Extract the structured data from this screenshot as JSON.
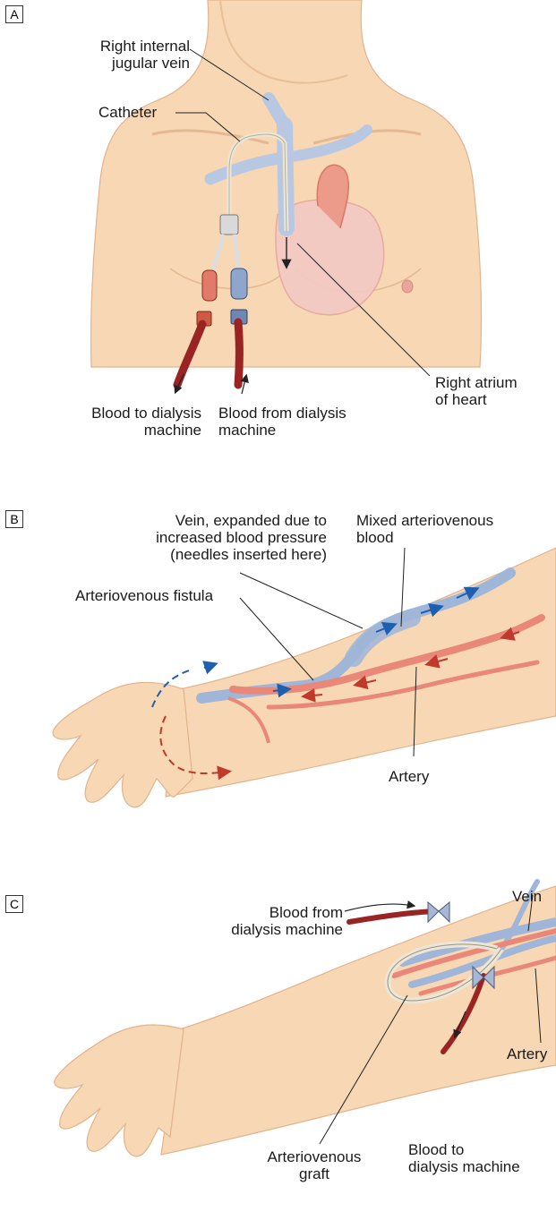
{
  "panels": {
    "a": {
      "letter": "A",
      "right_internal_jugular_vein": "Right internal\njugular vein",
      "catheter": "Catheter",
      "right_atrium": "Right atrium\nof heart",
      "blood_to_machine": "Blood to dialysis\nmachine",
      "blood_from_machine": "Blood from dialysis\nmachine"
    },
    "b": {
      "letter": "B",
      "vein_expanded": "Vein, expanded due to\nincreased blood pressure\n(needles inserted here)",
      "mixed_blood": "Mixed arteriovenous\nblood",
      "fistula": "Arteriovenous fistula",
      "artery": "Artery"
    },
    "c": {
      "letter": "C",
      "vein": "Vein",
      "blood_from_machine": "Blood from\ndialysis machine",
      "artery": "Artery",
      "graft": "Arteriovenous\ngraft",
      "blood_to_machine": "Blood to\ndialysis machine"
    }
  },
  "colors": {
    "skin": "#f7d7b4",
    "skin_shadow": "#e9bf98",
    "vein": "#9fb6d8",
    "artery": "#e98878",
    "tube": "#a52a2a",
    "vein_arrow": "#1f5fb0",
    "artery_arrow": "#c0392b"
  }
}
